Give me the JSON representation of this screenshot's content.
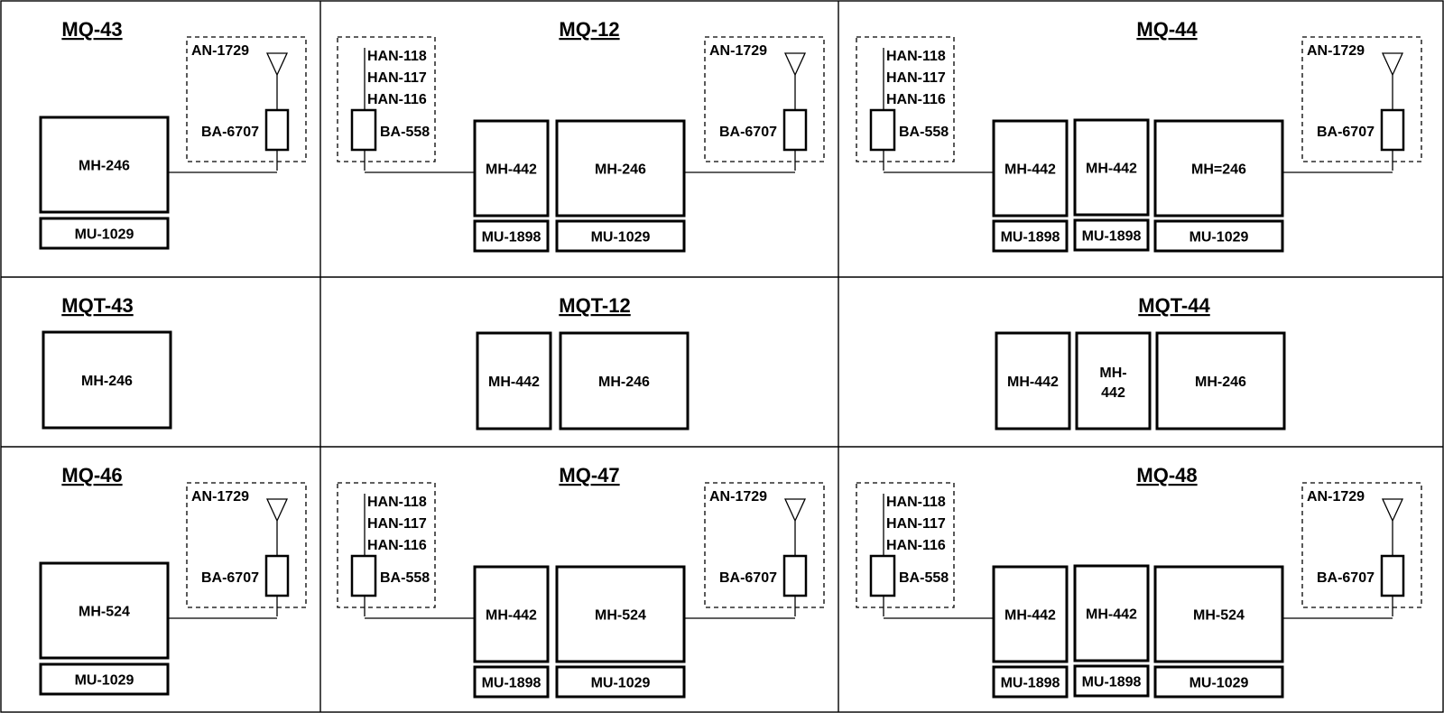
{
  "colors": {
    "line": "#000000",
    "background": "#ffffff"
  },
  "cells": [
    {
      "title": "MQ-43",
      "blocks": [
        {
          "label": "MH-246"
        },
        {
          "label": "MU-1029"
        }
      ],
      "antenna": {
        "name": "AN-1729",
        "battery": "BA-6707"
      }
    },
    {
      "title": "MQ-12",
      "handset": {
        "items": [
          "HAN-118",
          "HAN-117",
          "HAN-116"
        ],
        "battery": "BA-558"
      },
      "blocks": [
        {
          "label": "MH-442"
        },
        {
          "label": "MH-246"
        },
        {
          "label": "MU-1898"
        },
        {
          "label": "MU-1029"
        }
      ],
      "antenna": {
        "name": "AN-1729",
        "battery": "BA-6707"
      }
    },
    {
      "title": "MQ-44",
      "handset": {
        "items": [
          "HAN-118",
          "HAN-117",
          "HAN-116"
        ],
        "battery": "BA-558"
      },
      "blocks": [
        {
          "label": "MH-442"
        },
        {
          "label": "MH-442"
        },
        {
          "label": "MH=246"
        },
        {
          "label": "MU-1898"
        },
        {
          "label": "MU-1898"
        },
        {
          "label": "MU-1029"
        }
      ],
      "antenna": {
        "name": "AN-1729",
        "battery": "BA-6707"
      }
    },
    {
      "title": "MQT-43",
      "blocks": [
        {
          "label": "MH-246"
        }
      ]
    },
    {
      "title": "MQT-12",
      "blocks": [
        {
          "label": "MH-442"
        },
        {
          "label": "MH-246"
        }
      ]
    },
    {
      "title": "MQT-44",
      "blocks": [
        {
          "label": "MH-442"
        },
        {
          "label": [
            "MH-",
            "442"
          ]
        },
        {
          "label": "MH-246"
        }
      ]
    },
    {
      "title": "MQ-46",
      "blocks": [
        {
          "label": "MH-524"
        },
        {
          "label": "MU-1029"
        }
      ],
      "antenna": {
        "name": "AN-1729",
        "battery": "BA-6707"
      }
    },
    {
      "title": "MQ-47",
      "handset": {
        "items": [
          "HAN-118",
          "HAN-117",
          "HAN-116"
        ],
        "battery": "BA-558"
      },
      "blocks": [
        {
          "label": "MH-442"
        },
        {
          "label": "MH-524"
        },
        {
          "label": "MU-1898"
        },
        {
          "label": "MU-1029"
        }
      ],
      "antenna": {
        "name": "AN-1729",
        "battery": "BA-6707"
      }
    },
    {
      "title": "MQ-48",
      "handset": {
        "items": [
          "HAN-118",
          "HAN-117",
          "HAN-116"
        ],
        "battery": "BA-558"
      },
      "blocks": [
        {
          "label": "MH-442"
        },
        {
          "label": "MH-442"
        },
        {
          "label": "MH-524"
        },
        {
          "label": "MU-1898"
        },
        {
          "label": "MU-1898"
        },
        {
          "label": "MU-1029"
        }
      ],
      "antenna": {
        "name": "AN-1729",
        "battery": "BA-6707"
      }
    }
  ]
}
